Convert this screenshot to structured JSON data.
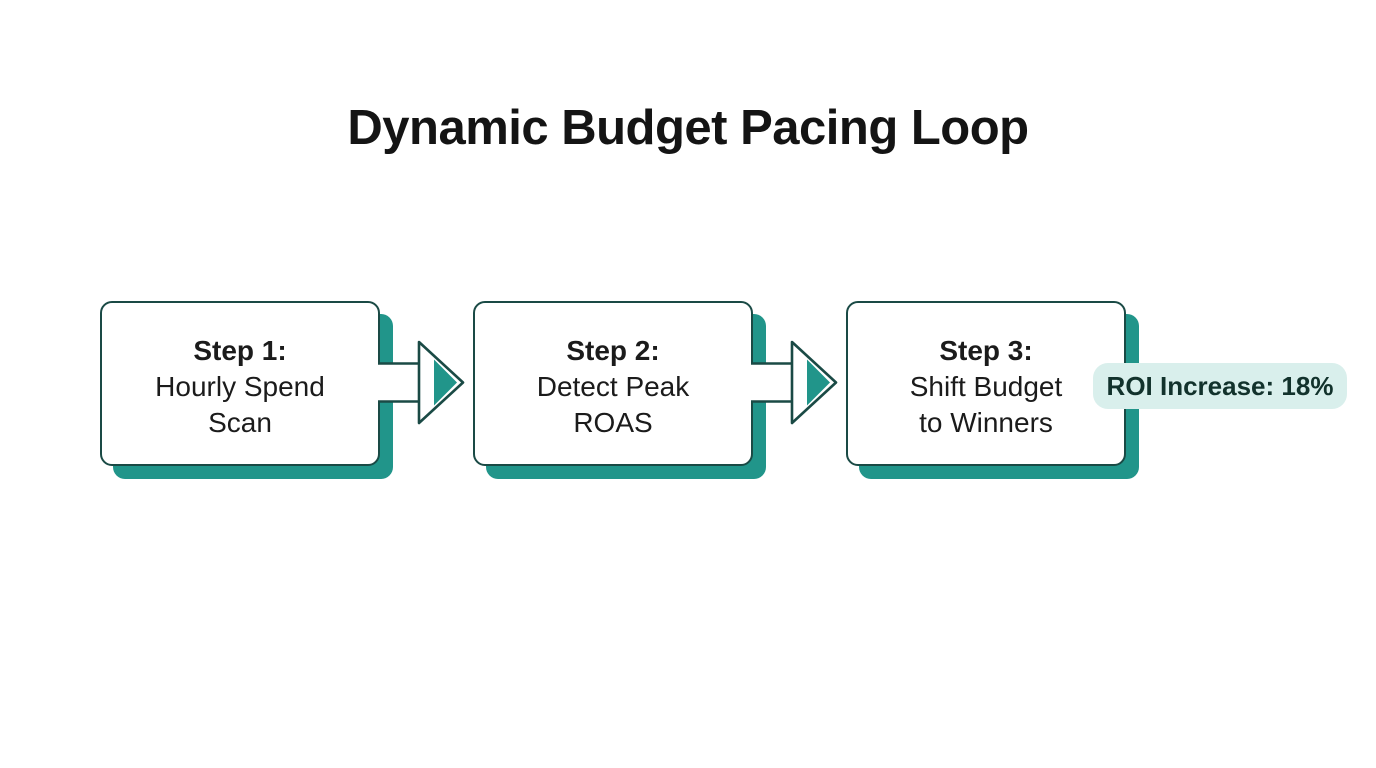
{
  "page": {
    "title": "Dynamic Budget Pacing Loop"
  },
  "theme": {
    "canvas_bg": "#ffffff",
    "title_color": "#141414",
    "text_color": "#1b1b1b",
    "teal": "#21958a",
    "border_dark": "#1a4a45",
    "badge_bg": "#d9efec",
    "badge_text": "#12322c"
  },
  "flow": {
    "steps": [
      {
        "label": "Step 1:",
        "line1": "Hourly Spend",
        "line2": "Scan"
      },
      {
        "label": "Step 2:",
        "line1": "Detect Peak",
        "line2": "ROAS"
      },
      {
        "label": "Step 3:",
        "line1": "Shift Budget",
        "line2": "to Winners"
      }
    ],
    "connector_icon": "arrow-right-icon",
    "badge": {
      "text": "ROI Increase: 18%"
    }
  }
}
